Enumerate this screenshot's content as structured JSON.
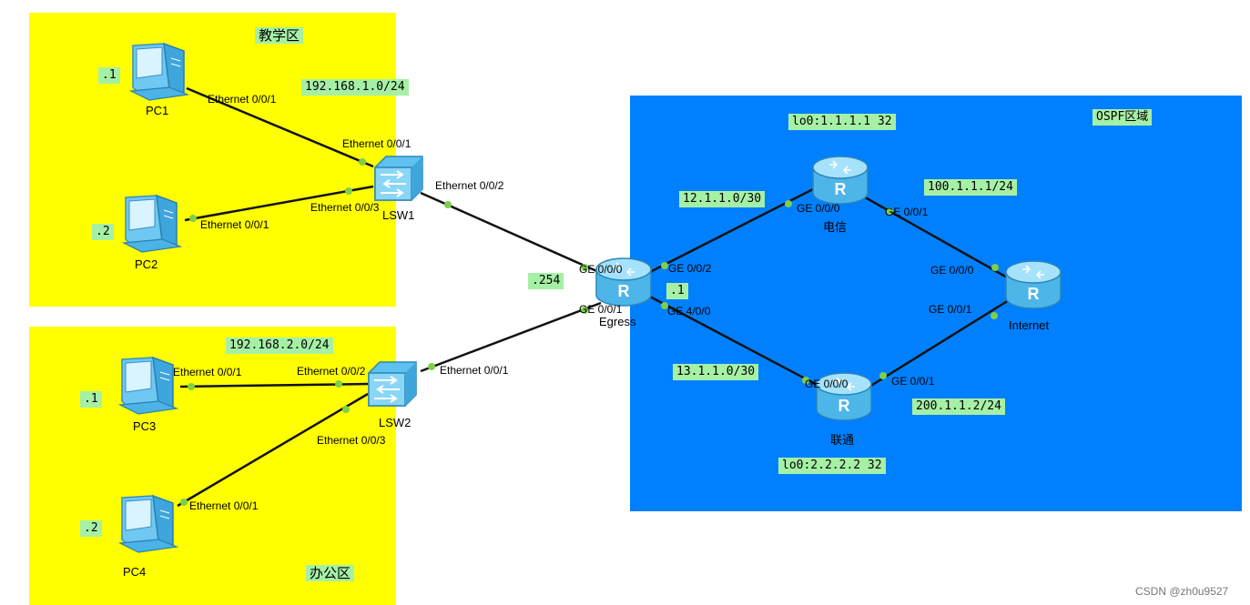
{
  "zones": {
    "teaching": {
      "label": "教学区",
      "subnet": "192.168.1.0/24"
    },
    "office": {
      "label": "办公区",
      "subnet": "192.168.2.0/24"
    },
    "ospf": {
      "label": "OSPF区域"
    }
  },
  "devices": {
    "pc1": {
      "name": "PC1",
      "ip_suffix": ".1"
    },
    "pc2": {
      "name": "PC2",
      "ip_suffix": ".2"
    },
    "pc3": {
      "name": "PC3",
      "ip_suffix": ".1"
    },
    "pc4": {
      "name": "PC4",
      "ip_suffix": ".2"
    },
    "lsw1": {
      "name": "LSW1"
    },
    "lsw2": {
      "name": "LSW2"
    },
    "egress": {
      "name": "Egress",
      "ip_suffix_lan": ".254",
      "ip_suffix_wan": ".1"
    },
    "dianxin": {
      "name": "电信",
      "loopback": "lo0:1.1.1.1 32"
    },
    "liantong": {
      "name": "联通",
      "loopback": "lo0:2.2.2.2 32"
    },
    "internet": {
      "name": "Internet"
    }
  },
  "networks": {
    "egress_dianxin": "12.1.1.0/30",
    "egress_liantong": "13.1.1.0/30",
    "dianxin_internet": "100.1.1.1/24",
    "liantong_internet": "200.1.1.2/24"
  },
  "ports": {
    "pc1_eth": "Ethernet 0/0/1",
    "lsw1_to_pc1": "Ethernet 0/0/1",
    "lsw1_to_pc2": "Ethernet 0/0/3",
    "pc2_eth": "Ethernet 0/0/1",
    "lsw1_uplink": "Ethernet 0/0/2",
    "egress_ge000": "GE 0/0/0",
    "egress_ge001": "GE 0/0/1",
    "egress_ge002": "GE 0/0/2",
    "egress_ge400": "GE 4/0/0",
    "lsw2_uplink": "Ethernet 0/0/1",
    "pc3_eth": "Ethernet 0/0/1",
    "lsw2_to_pc3": "Ethernet 0/0/2",
    "lsw2_to_pc4": "Ethernet 0/0/3",
    "pc4_eth": "Ethernet 0/0/1",
    "dianxin_ge000": "GE 0/0/0",
    "dianxin_ge001": "GE 0/0/1",
    "internet_ge000": "GE 0/0/0",
    "internet_ge001": "GE 0/0/1",
    "liantong_ge000": "GE 0/0/0",
    "liantong_ge001": "GE 0/0/1"
  },
  "watermark": "CSDN @zh0u9527",
  "colors": {
    "zone_yellow": "#ffff00",
    "zone_blue": "#0080ff",
    "tag_green": "#a6f0a6",
    "link": "#111111",
    "port_dot": "#7cd04a",
    "device_blue": "#5fc1ef"
  }
}
